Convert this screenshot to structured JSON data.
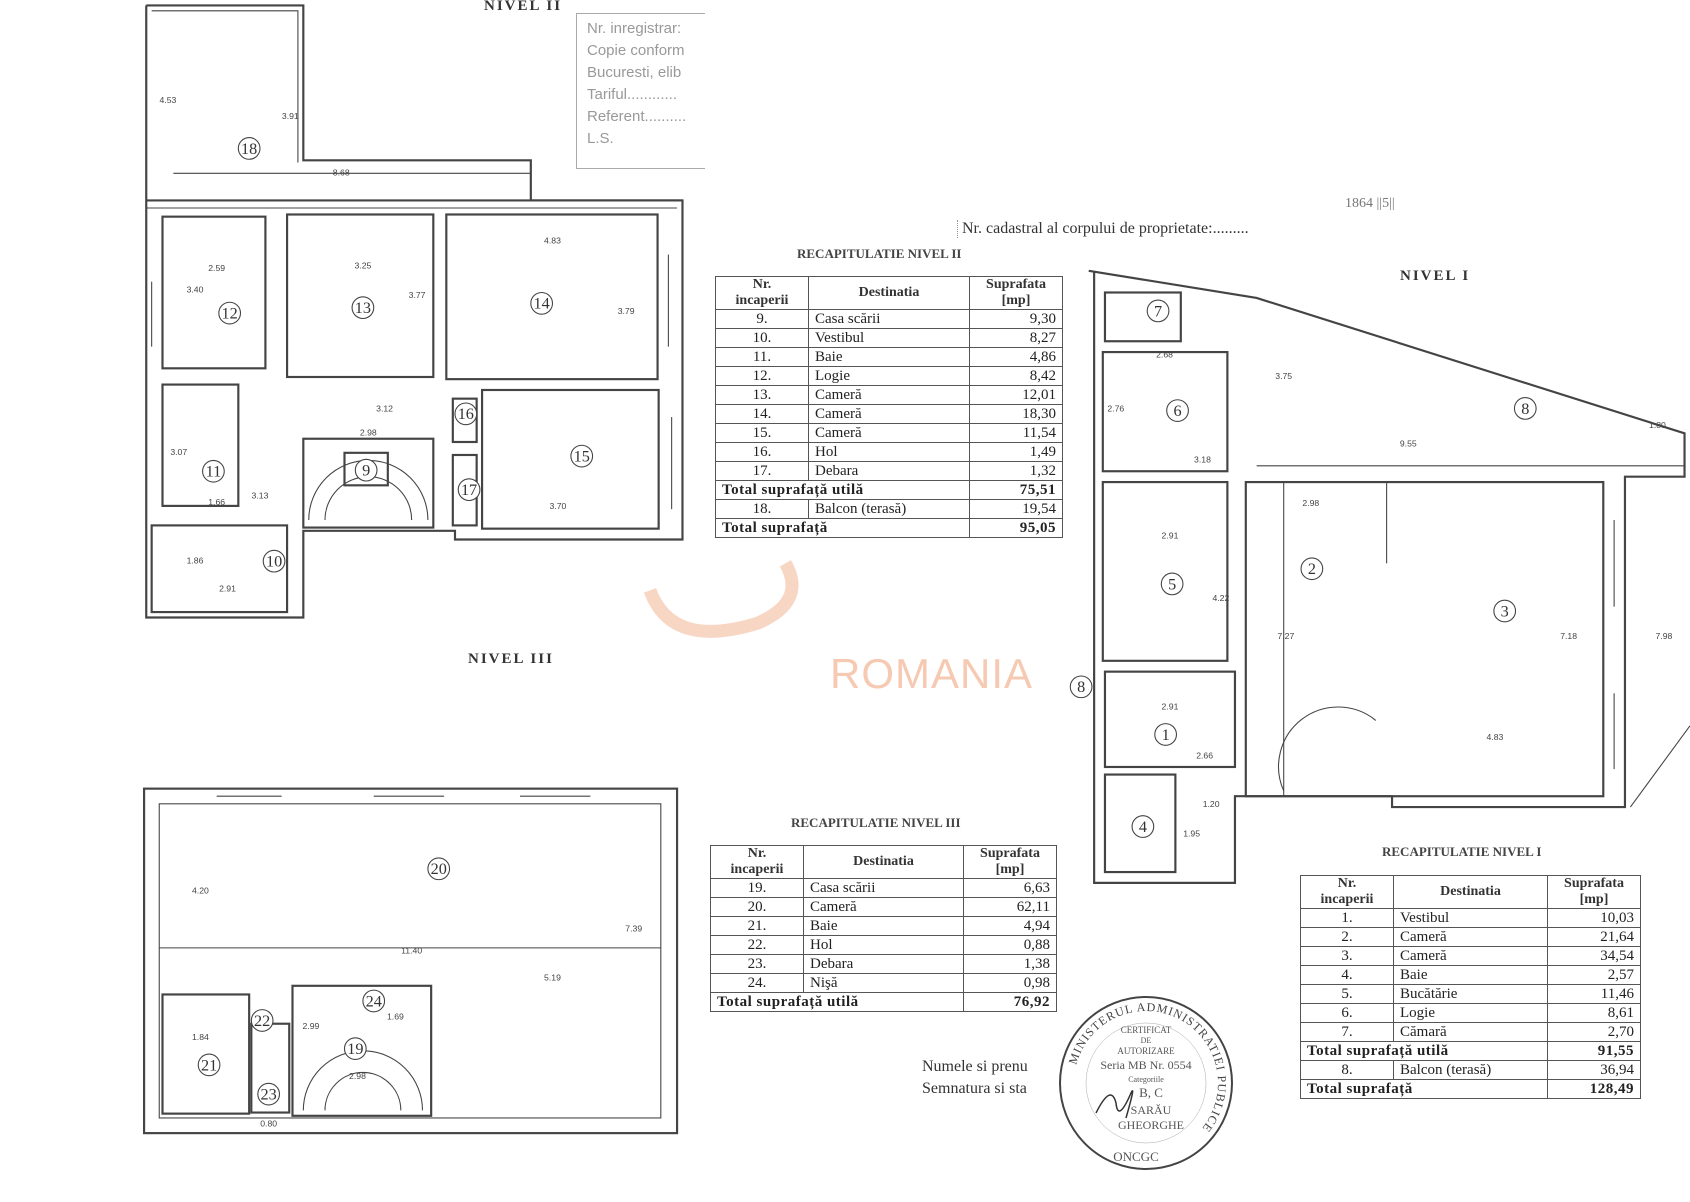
{
  "levels": {
    "nivel2": "NIVEL II",
    "nivel1": "NIVEL I",
    "nivel3": "NIVEL III"
  },
  "stamp_box": [
    "Nr. inregistrar:",
    "Copie conform",
    "Bucuresti, elib",
    "Tariful............",
    "Referent..........",
    "L.S."
  ],
  "cadastral": "Nr. cadastral al corpului de proprietate:.........",
  "cadastral_handwritten": "1864 ||5||",
  "watermark": "ROMANIA",
  "watermark_color": "#f6c9b2",
  "signature": {
    "name_line": "Numele si prenu",
    "sign_line": "Semnatura si sta"
  },
  "seal": {
    "ring": "MINISTERUL ADMINISTRATIEI PUBLICE",
    "bottom": "ONCGC",
    "lines": [
      "CERTIFICAT",
      "DE",
      "AUTORIZARE",
      "Seria MB Nr. 0554",
      "Categoriile",
      "B, C",
      "SARĂU",
      "GHEORGHE"
    ]
  },
  "headers": {
    "nr": "Nr.",
    "incaperii": "incaperii",
    "destinatia": "Destinatia",
    "suprafata": "Suprafata",
    "mp": "[mp]"
  },
  "table_nivel2": {
    "title": "RECAPITULATIE NIVEL II",
    "rows": [
      {
        "nr": "9.",
        "dest": "Casa scării",
        "val": "9,30"
      },
      {
        "nr": "10.",
        "dest": "Vestibul",
        "val": "8,27"
      },
      {
        "nr": "11.",
        "dest": "Baie",
        "val": "4,86"
      },
      {
        "nr": "12.",
        "dest": "Logie",
        "val": "8,42"
      },
      {
        "nr": "13.",
        "dest": "Cameră",
        "val": "12,01"
      },
      {
        "nr": "14.",
        "dest": "Cameră",
        "val": "18,30"
      },
      {
        "nr": "15.",
        "dest": "Cameră",
        "val": "11,54"
      },
      {
        "nr": "16.",
        "dest": "Hol",
        "val": "1,49"
      },
      {
        "nr": "17.",
        "dest": "Debara",
        "val": "1,32"
      },
      {
        "total": "Total suprafață utilă",
        "val": "75,51"
      },
      {
        "nr": "18.",
        "dest": "Balcon (terasă)",
        "val": "19,54"
      },
      {
        "total": "Total suprafață",
        "val": "95,05"
      }
    ]
  },
  "table_nivel3": {
    "title": "RECAPITULATIE NIVEL III",
    "rows": [
      {
        "nr": "19.",
        "dest": "Casa scării",
        "val": "6,63"
      },
      {
        "nr": "20.",
        "dest": "Cameră",
        "val": "62,11"
      },
      {
        "nr": "21.",
        "dest": "Baie",
        "val": "4,94"
      },
      {
        "nr": "22.",
        "dest": "Hol",
        "val": "0,88"
      },
      {
        "nr": "23.",
        "dest": "Debara",
        "val": "1,38"
      },
      {
        "nr": "24.",
        "dest": "Nişă",
        "val": "0,98"
      },
      {
        "total": "Total suprafață utilă",
        "val": "76,92"
      }
    ]
  },
  "table_nivel1": {
    "title": "RECAPITULATIE NIVEL I",
    "rows": [
      {
        "nr": "1.",
        "dest": "Vestibul",
        "val": "10,03"
      },
      {
        "nr": "2.",
        "dest": "Cameră",
        "val": "21,64"
      },
      {
        "nr": "3.",
        "dest": "Cameră",
        "val": "34,54"
      },
      {
        "nr": "4.",
        "dest": "Baie",
        "val": "2,57"
      },
      {
        "nr": "5.",
        "dest": "Bucătărie",
        "val": "11,46"
      },
      {
        "nr": "6.",
        "dest": "Logie",
        "val": "8,61"
      },
      {
        "nr": "7.",
        "dest": "Cămară",
        "val": "2,70"
      },
      {
        "total": "Total suprafață utilă",
        "val": "91,55"
      },
      {
        "nr": "8.",
        "dest": "Balcon (terasă)",
        "val": "36,94"
      },
      {
        "total": "Total suprafață",
        "val": "128,49"
      }
    ]
  },
  "rooms": {
    "nivel2": [
      "18",
      "12",
      "13",
      "14",
      "15",
      "16",
      "17",
      "11",
      "9",
      "10"
    ],
    "nivel1": [
      "7",
      "6",
      "8",
      "5",
      "2",
      "3",
      "1",
      "4",
      "8"
    ],
    "nivel3": [
      "20",
      "24",
      "22",
      "19",
      "21",
      "23"
    ]
  },
  "dims": {
    "nivel2": [
      "8.68",
      "4.53",
      "3.91",
      "2.59",
      "3.25",
      "4.83",
      "3.40",
      "3.77",
      "3.79",
      "2.98",
      "3.12",
      "3.70",
      "1.66",
      "3.07",
      "3.13",
      "2.91",
      "1.86"
    ],
    "nivel1": [
      "2.68",
      "2.76",
      "3.18",
      "9.55",
      "2.91",
      "4.22",
      "2.98",
      "7.27",
      "7.18",
      "7.98",
      "4.83",
      "2.91",
      "2.66",
      "1.95",
      "1.20",
      "3.75",
      "1.80"
    ],
    "nivel3": [
      "11.40",
      "4.20",
      "7.39",
      "5.19",
      "1.84",
      "2.98",
      "1.69",
      "2.99",
      "0.80"
    ]
  }
}
